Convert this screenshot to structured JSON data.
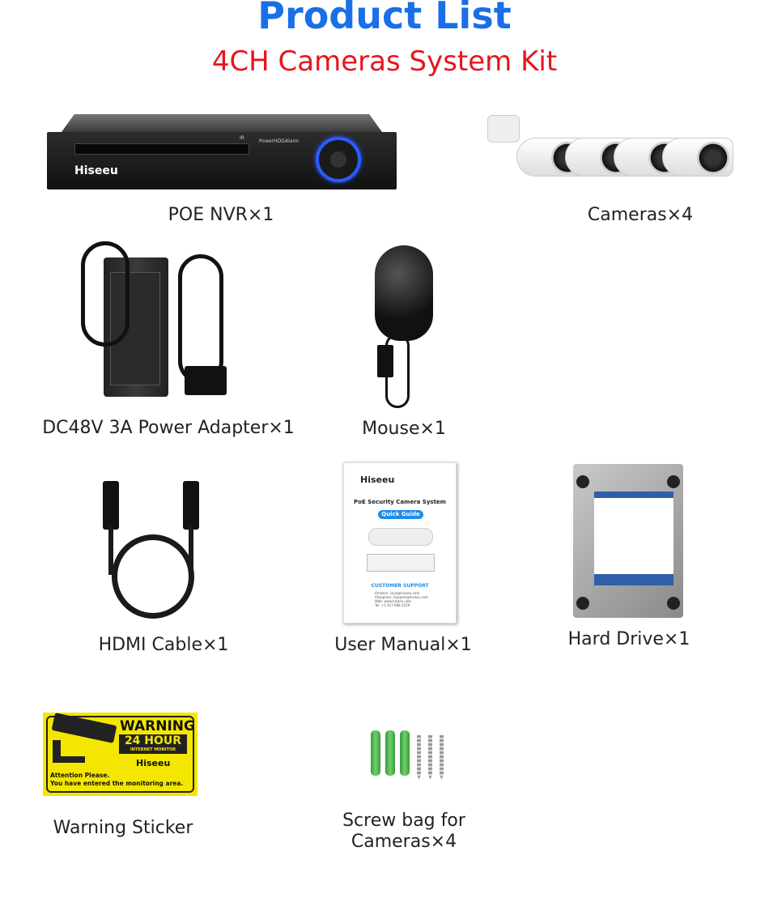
{
  "header": {
    "title": "Product List",
    "subtitle": "4CH Cameras System Kit"
  },
  "colors": {
    "title": "#1a6fe8",
    "subtitle": "#e8141c"
  },
  "items": [
    {
      "label": "POE NVR×1"
    },
    {
      "label": "Cameras×4"
    },
    {
      "label": "DC48V 3A Power Adapter×1"
    },
    {
      "label": "Mouse×1"
    },
    {
      "label": "HDMI Cable×1"
    },
    {
      "label": "User Manual×1"
    },
    {
      "label": "Hard Drive×1"
    },
    {
      "label": "Warning Sticker"
    },
    {
      "label_line1": "Screw bag for",
      "label_line2": "Cameras×4"
    }
  ],
  "nvr": {
    "brand": "Hiseeu",
    "ir": "IR",
    "indicators": [
      "Power",
      "HDD",
      "Alarm"
    ]
  },
  "manual": {
    "brand": "Hiseeu",
    "title": "PoE Security Camera System",
    "badge": "Quick Guide",
    "support_heading": "CUSTOMER SUPPORT",
    "support_lines": [
      "Amazon: Love@hiseeu.com",
      "Aliexpress: Support@hiseeu.com",
      "Web: www.hiseeu.com",
      "Tel: +1 917 688 2229"
    ]
  },
  "sticker": {
    "warning": "WARNING",
    "hours": "24 HOUR",
    "monitor": "INTERNET MONITOR",
    "brand": "Hiseeu",
    "attention": "Attention Please.",
    "notice": "You have entered the monitoring area."
  }
}
